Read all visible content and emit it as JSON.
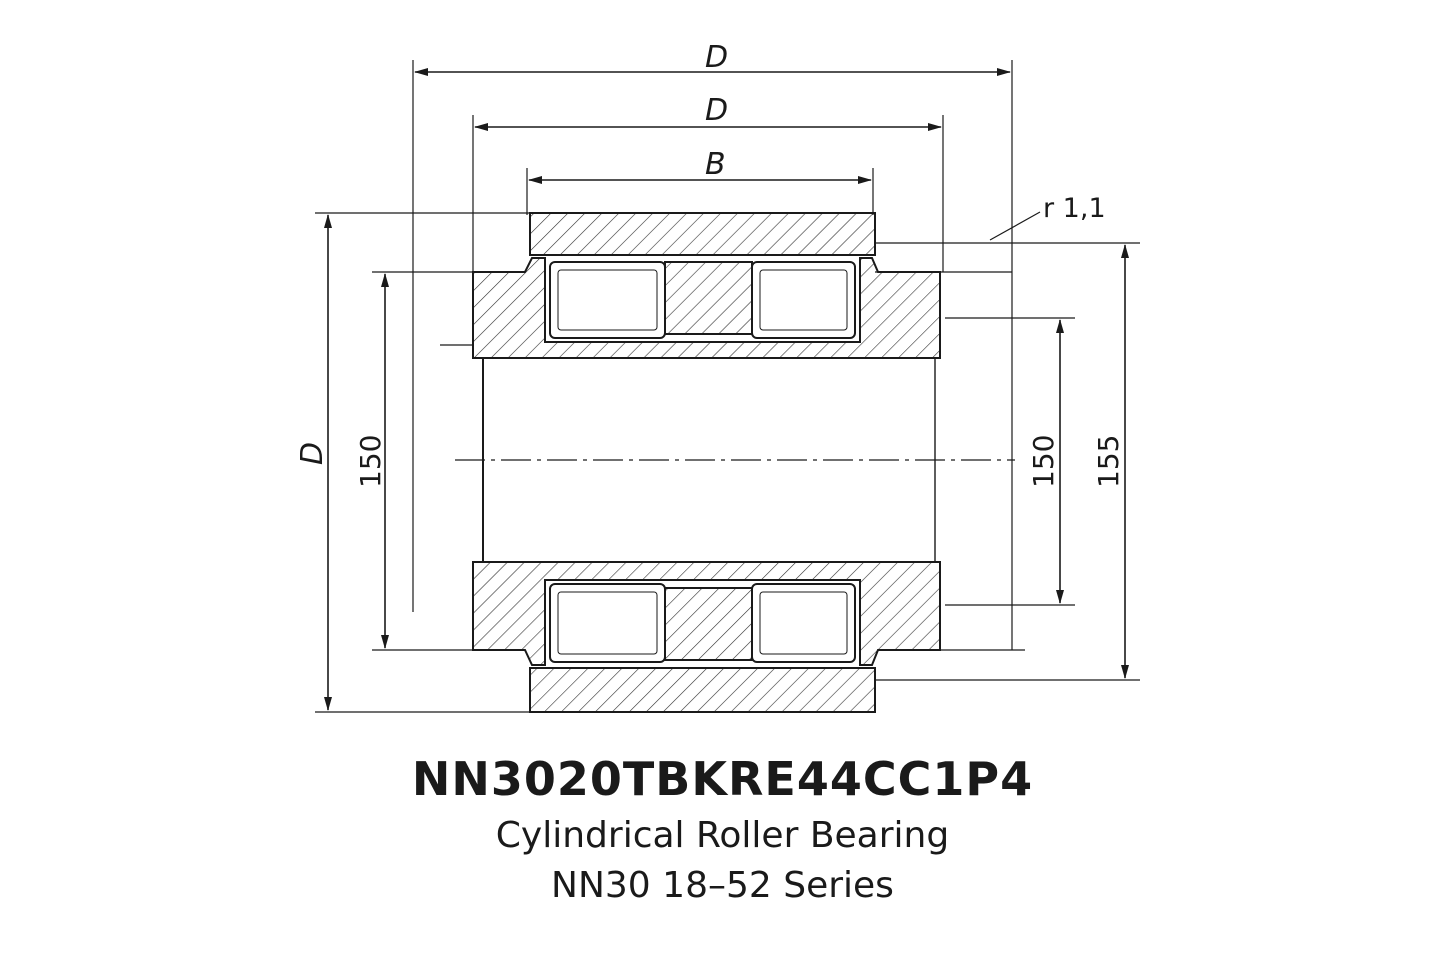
{
  "drawing": {
    "dimensions": {
      "outer_top": "D",
      "middle_top": "D",
      "width": "B",
      "left_outer": "D",
      "left_inner": "150",
      "right_inner": "150",
      "right_outer": "155",
      "radius": "r 1,1"
    }
  },
  "caption": {
    "part_number": "NN3020TBKRE44CC1P4",
    "type": "Cylindrical Roller Bearing",
    "series": "NN30 18–52 Series"
  }
}
